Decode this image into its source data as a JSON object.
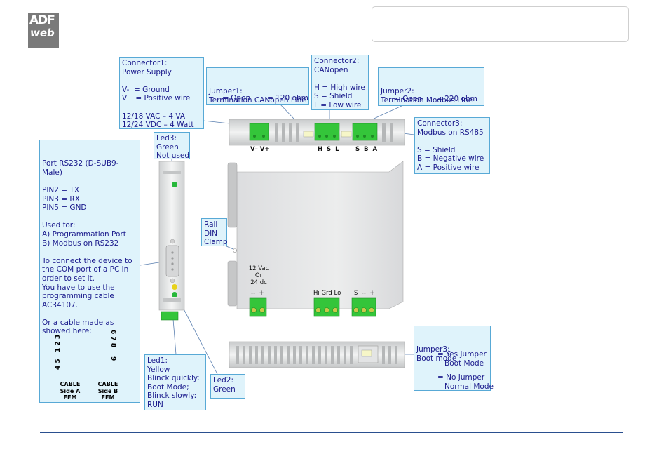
{
  "logo": {
    "top": "ADF",
    "bottom": "web"
  },
  "callouts": {
    "connector1": "Connector1:\nPower Supply\n\nV-  = Ground\nV+ = Positive wire\n\n12/18 VAC – 4 VA\n12/24 VDC – 4 Watt",
    "jumper1_text": "Jumper1:\nTermination CANopen Line",
    "jumper1_open": "= Open",
    "jumper1_ohm": "= 120 ohm",
    "connector2": "Connector2:\nCANopen\n\nH = High wire\nS = Shield\nL = Low wire",
    "jumper2_text": "Jumper2:\nTermination Modbus Line",
    "jumper2_open": "= Open",
    "jumper2_ohm": "= 220 ohm",
    "connector3": "Connector3:\nModbus on RS485\n\nS = Shield\nB = Negative wire\nA = Positive wire",
    "led3": "Led3:\nGreen\nNot used",
    "port_rs232": "Port RS232 (D-SUB9-\nMale)\n\nPIN2 = TX\nPIN3 = RX\nPIN5 = GND\n\nUsed for:\nA) Programmation Port\nB) Modbus on RS232\n\nTo connect the device to\nthe COM port of a PC in\norder to set it.\nYou have to use the\nprogramming cable\nAC34107.\n\nOr a cable made as\nshowed here:",
    "rail": "Rail\nDIN\nClamp",
    "jumper3_text": "Jumper3:\nBoot mode",
    "jumper3_yes": "= Yes Jumper\n   Boot Mode",
    "jumper3_no": "= No Jumper\n   Normal Mode",
    "led1": "Led1:\nYellow\nBlinck quickly:\nBoot Mode;\nBlinck slowly:\nRUN",
    "led2": "Led2:\nGreen"
  },
  "cable": {
    "side_a": "CABLE\nSide A\nFEM",
    "side_b": "CABLE\nSide B\nFEM",
    "pins_a_top": "1\n2\n3",
    "pins_a_bottom": "4\n5",
    "pins_b_top": "6\n7\n8",
    "pins_b_bottom": "9"
  },
  "device": {
    "top_power_label": "V– V+",
    "top_can_label": "H  S  L",
    "top_rs485_label": "S  B  A",
    "power_desc": "12 Vac\nOr\n24 dc",
    "front_power_label": "--  +",
    "front_can_label": "Hi Grd Lo",
    "front_rs485_label": "S  --  +"
  },
  "colors": {
    "callout_bg": "#dff3fb",
    "callout_border": "#58a9d6",
    "terminal_green": "#34c53a",
    "led_green": "#27b83a",
    "led_yellow": "#e8d21c",
    "header_line": "#2a4f8f"
  }
}
